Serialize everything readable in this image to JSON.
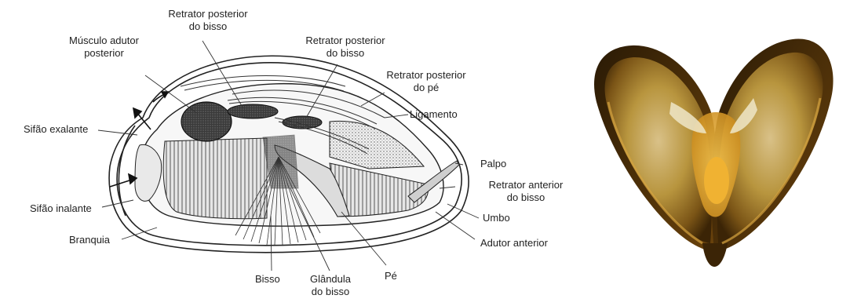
{
  "labels": {
    "retrator_post_bisso_1": [
      "Retrator posterior",
      "do bisso"
    ],
    "musculo_adutor": [
      "Músculo adutor",
      "posterior"
    ],
    "retrator_post_bisso_2": [
      "Retrator posterior",
      "do bisso"
    ],
    "retrator_post_pe": [
      "Retrator posterior",
      "do pé"
    ],
    "ligamento": "Ligamento",
    "sifao_exalante": "Sifão exalante",
    "palpo": "Palpo",
    "retrator_ant_bisso": [
      "Retrator anterior",
      "do bisso"
    ],
    "sifao_inalante": "Sifão inalante",
    "umbo": "Umbo",
    "branquia": "Branquia",
    "adutor_anterior": "Adutor anterior",
    "bisso": "Bisso",
    "glandula_bisso": [
      "Glândula",
      "do bisso"
    ],
    "pe": "Pé"
  },
  "icons": {
    "diagram": "mussel-anatomy-diagram",
    "photo": "opened-mussel-photo"
  }
}
